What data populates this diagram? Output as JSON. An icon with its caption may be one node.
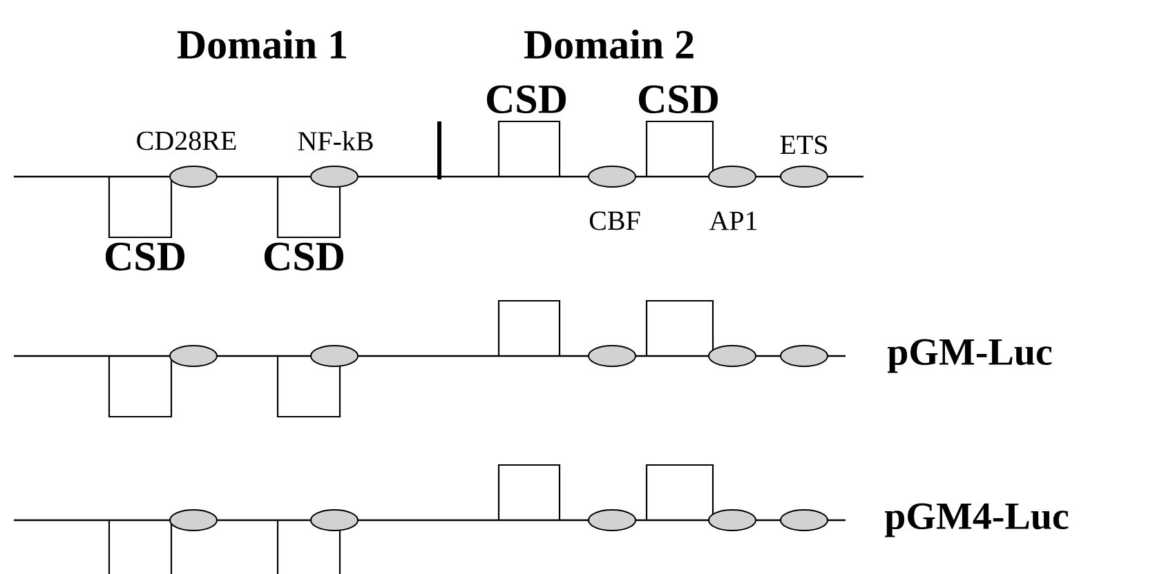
{
  "diagram": {
    "nodes": [
      {
        "text": [],
        "shape": "ellipse",
        "beside": [
          "CD28RE"
        ]
      },
      {
        "text": [],
        "shape": "ellipse",
        "beside": [
          "NF-kB"
        ]
      },
      {
        "text": [],
        "shape": "ellipse",
        "beside": [
          "CBF"
        ]
      },
      {
        "text": [],
        "shape": "ellipse",
        "beside": [
          "AP1"
        ]
      },
      {
        "text": [],
        "shape": "ellipse",
        "beside": [
          "ETS"
        ]
      },
      {
        "text": [],
        "shape": "ellipse"
      },
      {
        "text": [],
        "shape": "ellipse"
      },
      {
        "text": [],
        "shape": "ellipse"
      },
      {
        "text": [],
        "shape": "ellipse"
      },
      {
        "text": [],
        "shape": "ellipse"
      },
      {
        "text": [],
        "shape": "ellipse"
      },
      {
        "text": [],
        "shape": "ellipse"
      },
      {
        "text": [],
        "shape": "ellipse"
      },
      {
        "text": [],
        "shape": "ellipse"
      },
      {
        "text": [],
        "shape": "ellipse"
      }
    ],
    "labels": [
      "Domain 1",
      "Domain 2",
      "CSD",
      "CSD",
      "CSD",
      "CSD",
      "pGM-Luc",
      "pGM4-Luc"
    ]
  }
}
